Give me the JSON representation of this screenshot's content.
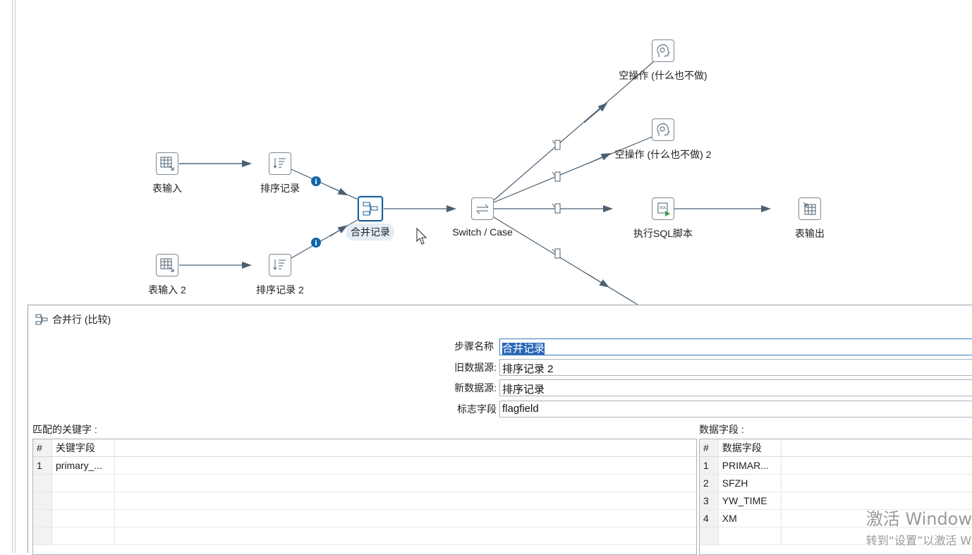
{
  "canvas": {
    "steps": {
      "table_input": "表输入",
      "sort_rows": "排序记录",
      "table_input_2": "表输入 2",
      "sort_rows_2": "排序记录 2",
      "merge_rows": "合并记录",
      "switch_case": "Switch / Case",
      "dummy": "空操作 (什么也不做)",
      "dummy_2": "空操作 (什么也不做) 2",
      "exec_sql": "执行SQL脚本",
      "table_output": "表输出"
    }
  },
  "dialog": {
    "title": "合并行 (比较)",
    "step_name_label": "步骤名称",
    "step_name_value": "合并记录",
    "old_source_label": "旧数据源:",
    "old_source_value": "排序记录 2",
    "new_source_label": "新数据源:",
    "new_source_value": "排序记录",
    "flag_field_label": "标志字段",
    "flag_field_value": "flagfield",
    "keys_label": "匹配的关键字 :",
    "keys_table": {
      "headers": [
        "#",
        "关键字段"
      ],
      "rows": [
        [
          "1",
          "primary_..."
        ]
      ]
    },
    "values_label": "数据字段 :",
    "values_table": {
      "headers": [
        "#",
        "数据字段"
      ],
      "rows": [
        [
          "1",
          "PRIMAR..."
        ],
        [
          "2",
          "SFZH"
        ],
        [
          "3",
          "YW_TIME"
        ],
        [
          "4",
          "XM"
        ]
      ]
    }
  },
  "watermark": {
    "line1": "激活 Window",
    "line2": "转到“设置”以激活 W"
  },
  "colors": {
    "hop": "#4a5f72",
    "selected_border": "#1c5f9a",
    "info_badge": "#1565a8",
    "selection": "#2a65b8"
  }
}
